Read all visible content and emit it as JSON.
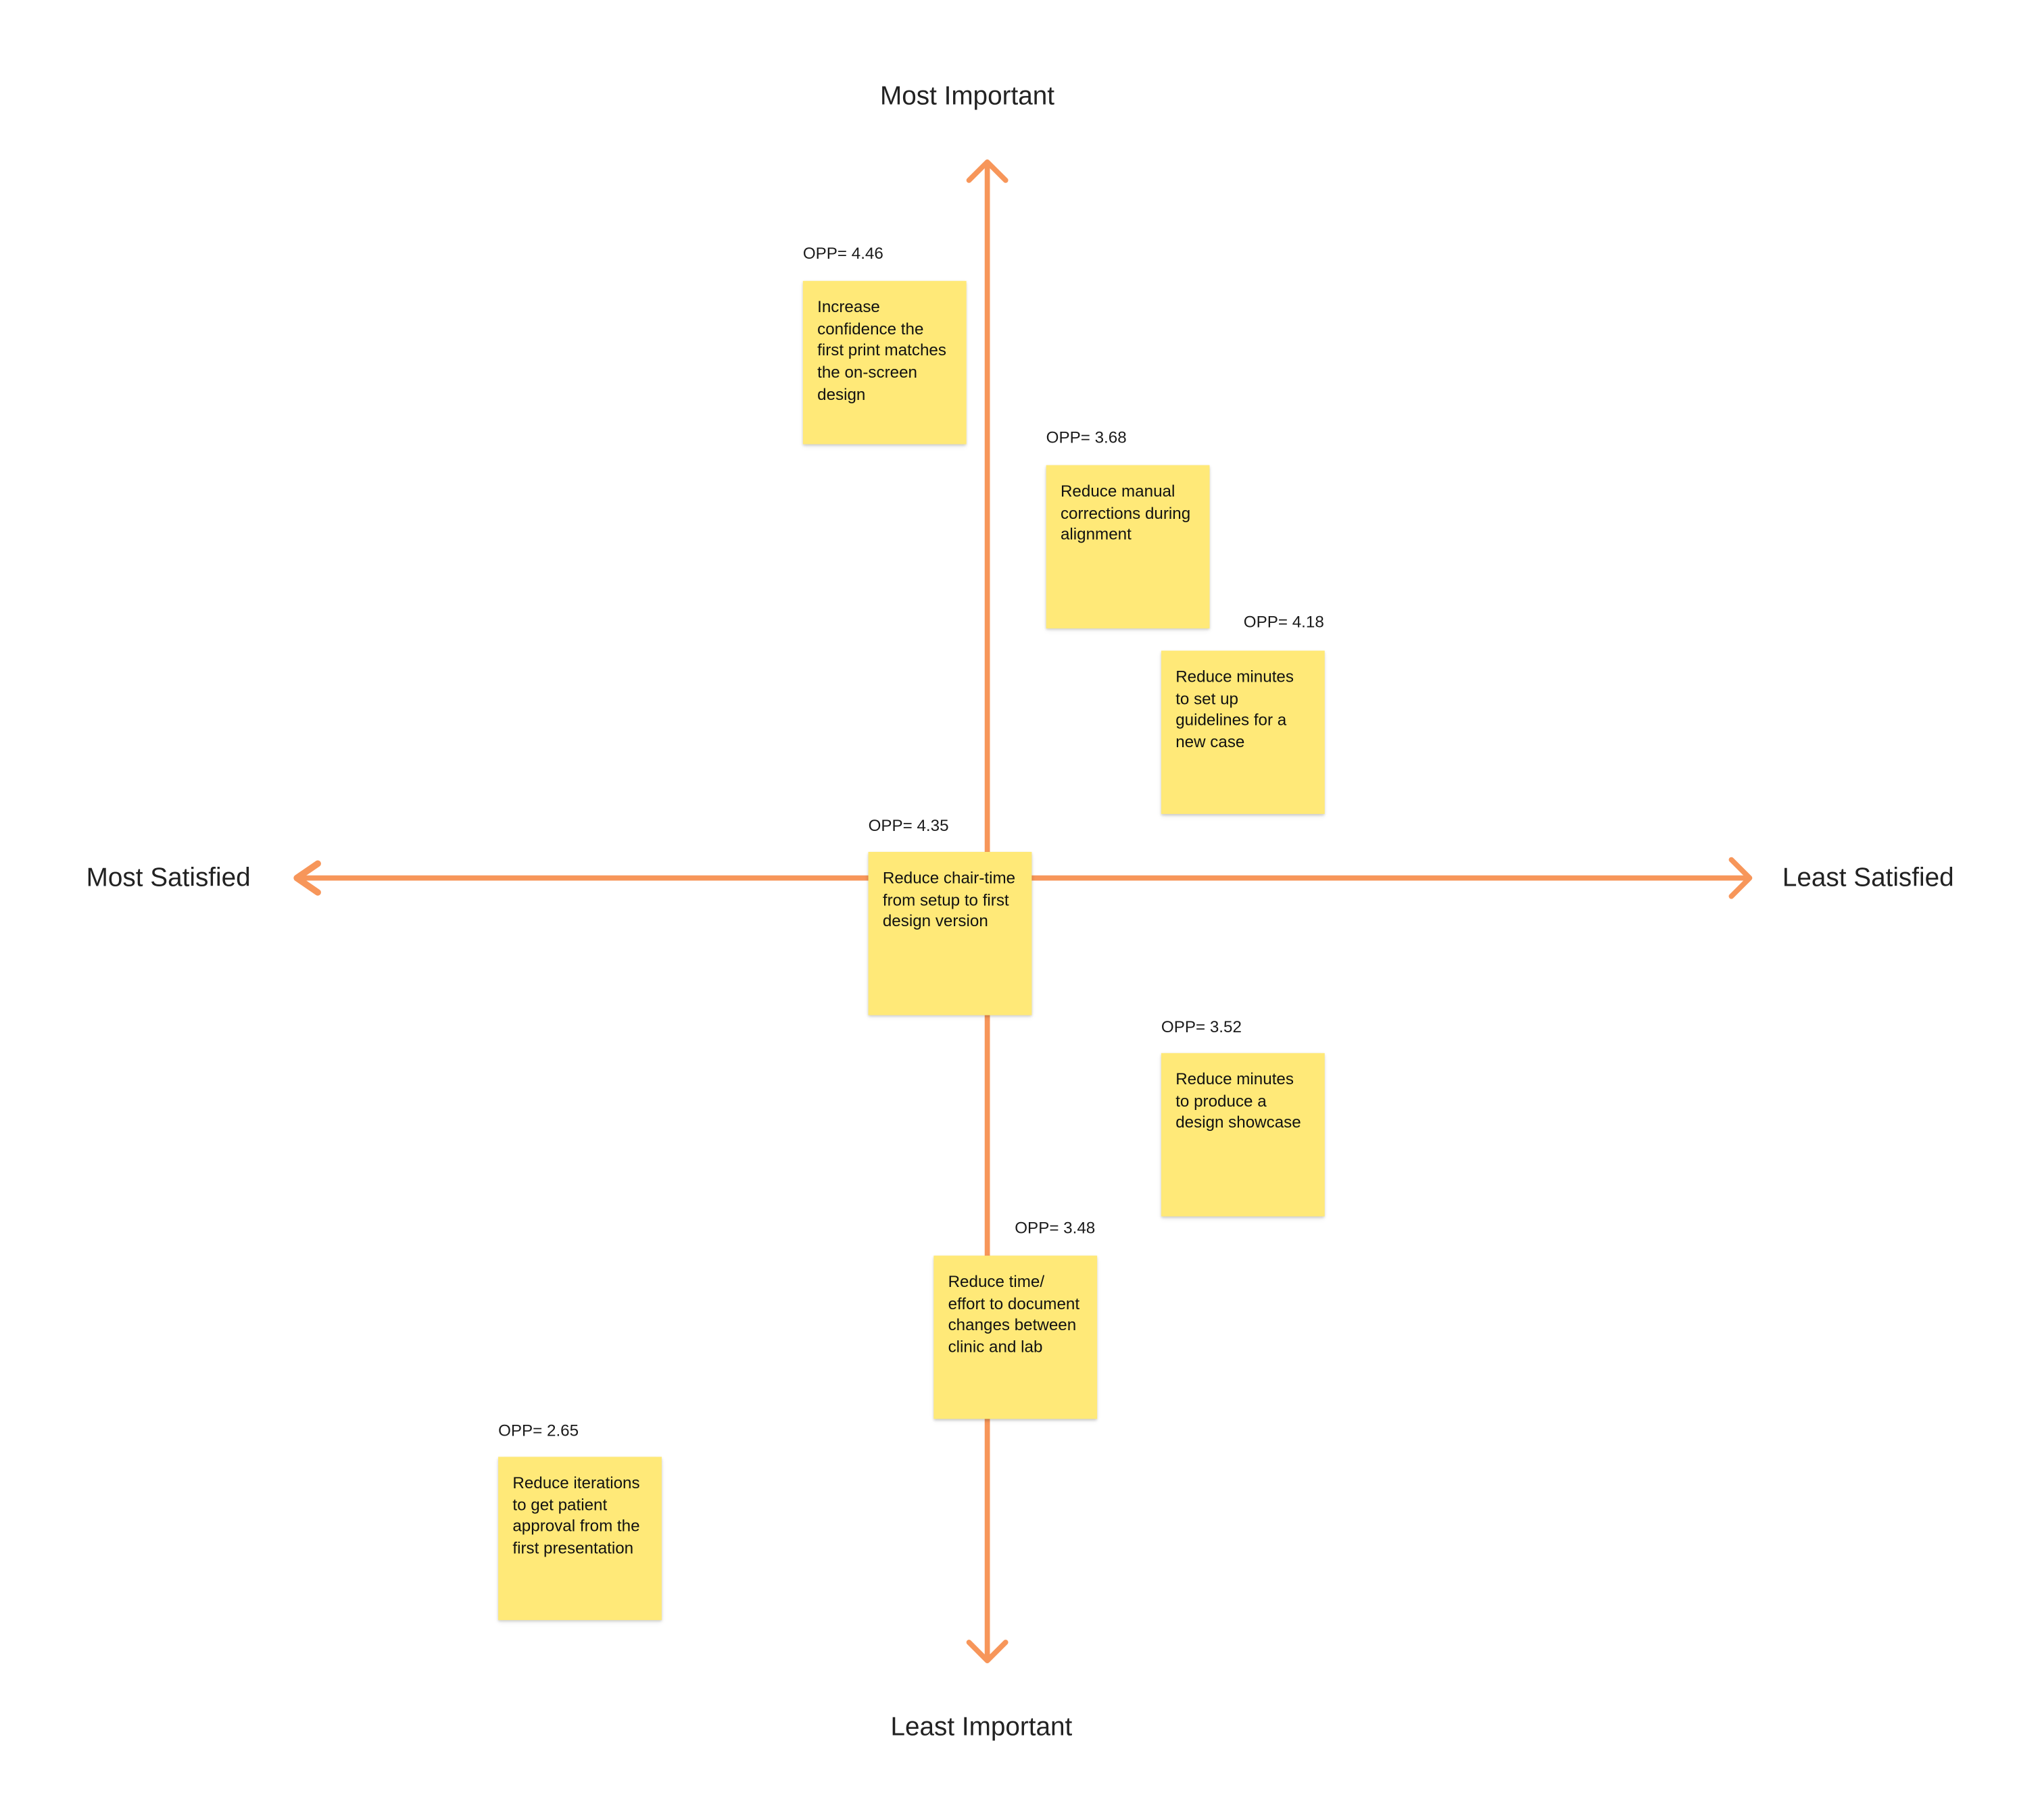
{
  "axes": {
    "top_label": "Most Important",
    "bottom_label": "Least Important",
    "left_label": "Most Satisfied",
    "right_label": "Least Satisfied",
    "color": "#f7965a"
  },
  "note_color": "#ffe978",
  "notes": [
    {
      "opp": "OPP= 4.46",
      "text": "Increase confidence the first print matches the on-screen design"
    },
    {
      "opp": "OPP= 3.68",
      "text": "Reduce manual corrections during alignment"
    },
    {
      "opp": "OPP= 4.18",
      "text": "Reduce minutes to set up guidelines for a new case"
    },
    {
      "opp": "OPP= 4.35",
      "text": "Reduce chair-time from setup to first design version"
    },
    {
      "opp": "OPP= 3.52",
      "text": "Reduce minutes to produce a design showcase"
    },
    {
      "opp": "OPP= 3.48",
      "text": "Reduce time/ effort to document changes between clinic and lab"
    },
    {
      "opp": "OPP= 2.65",
      "text": "Reduce iterations to get patient approval from the first presentation"
    }
  ]
}
